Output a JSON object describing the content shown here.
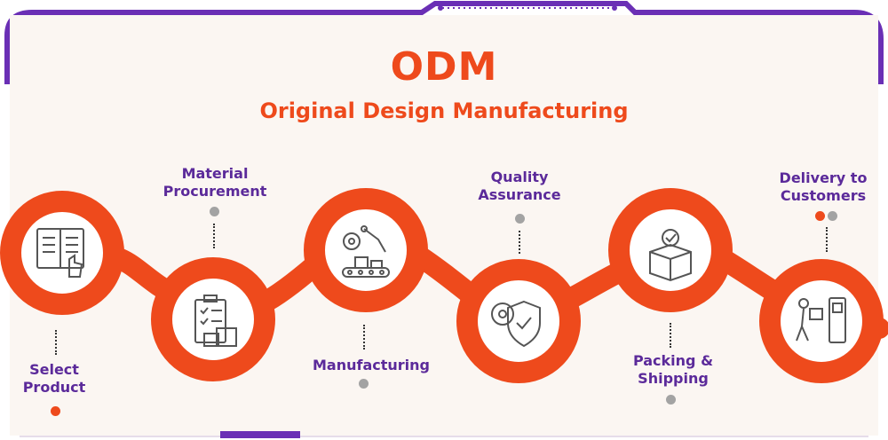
{
  "title": "ODM",
  "subtitle": "Original Design Manufacturing",
  "colors": {
    "accent": "#ee4a1c",
    "label": "#5b2a9a",
    "frame": "#6a2fb5",
    "background": "#fbf6f2",
    "dot": "#a3a3a3"
  },
  "steps": [
    {
      "label": "Select Product",
      "icon": "catalog-selection-icon"
    },
    {
      "label": "Material Procurement",
      "icon": "clipboard-boxes-icon"
    },
    {
      "label": "Manufacturing",
      "icon": "robot-arm-conveyor-icon"
    },
    {
      "label": "Quality Assurance",
      "icon": "gear-shield-check-icon"
    },
    {
      "label": "Packing & Shipping",
      "icon": "box-check-icon"
    },
    {
      "label": "Delivery to Customers",
      "icon": "courier-delivery-icon"
    }
  ]
}
